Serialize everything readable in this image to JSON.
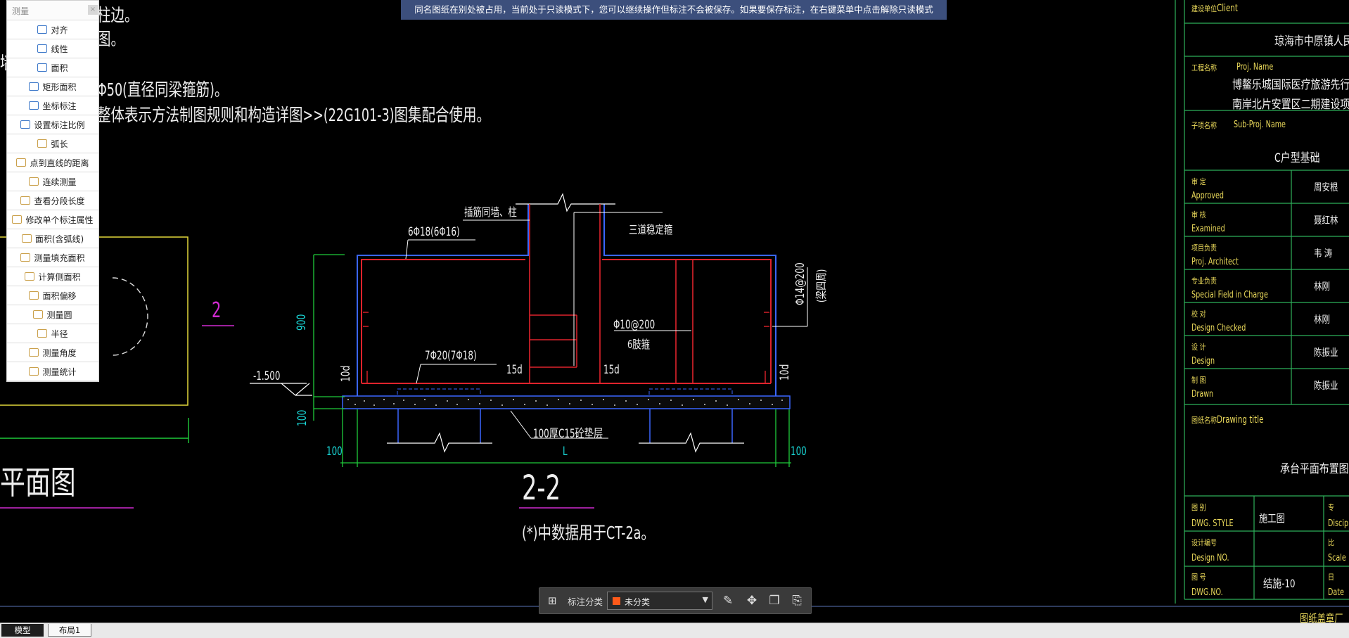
{
  "banner": "同名图纸在别处被占用，当前处于只读模式下，您可以继续操作但标注不会被保存。如果要保存标注，在右键菜单中点击解除只读模式",
  "measure_menu": {
    "title": "测量",
    "items": [
      "对齐",
      "线性",
      "面积",
      "矩形面积",
      "坐标标注",
      "设置标注比例",
      "弧长",
      "点到直线的距离",
      "连续测量",
      "查看分段长度",
      "修改单个标注属性",
      "面积(含弧线)",
      "测量填充面积",
      "计算侧面积",
      "面积偏移",
      "测量圆",
      "半径",
      "测量角度",
      "测量统计"
    ]
  },
  "notes": {
    "line1": "柱边。",
    "line2": "图。",
    "line3": "墙",
    "line4": "Φ50(直径同梁箍筋)。",
    "line5": "整体表示方法制图规则和构造详图>>(22G101-3)图集配合使用。"
  },
  "left_plan": {
    "axis_label": "2",
    "title": "平面图"
  },
  "section": {
    "labels": {
      "insert_wall": "插筋同墙、柱",
      "top_rebar": "6Φ18(6Φ16)",
      "stirrup3": "三道稳定箍",
      "side_rebar": "Φ14@200",
      "side_rebar2": "(梁四周)",
      "mid_rebar": "Φ10@200",
      "mid_rebar2": "6肢箍",
      "bottom_rebar": "7Φ20(7Φ18)",
      "fifteen_d_l": "15d",
      "fifteen_d_r": "15d",
      "ten_d_l": "10d",
      "ten_d_r": "10d",
      "elev": "-1.500",
      "h900": "900",
      "h100": "100",
      "cushion": "100厚C15砼垫层",
      "w100_l": "100",
      "w100_r": "100",
      "L": "L"
    },
    "title": "2-2",
    "footnote": "(*)中数据用于CT-2a。"
  },
  "title_block": {
    "client_cn": "建设单位",
    "client_en": "Client",
    "client_val": "琼海市中原镇人民政",
    "proj_cn": "工程名称",
    "proj_en": "Proj. Name",
    "proj_val1": "博鳌乐城国际医疗旅游先行区",
    "proj_val2": "南岸北片安置区二期建设项目",
    "sub_cn": "子项名称",
    "sub_en": "Sub-Proj. Name",
    "sub_val": "C户型基础",
    "rows": [
      {
        "cn": "审 定",
        "en": "Approved",
        "val": "周安根"
      },
      {
        "cn": "审 核",
        "en": "Examined",
        "val": "聂红林"
      },
      {
        "cn": "项目负责",
        "en": "Proj. Architect",
        "val": "韦 涛"
      },
      {
        "cn": "专业负责",
        "en": "Special Field in Charge",
        "val": "林刚"
      },
      {
        "cn": "校 对",
        "en": "Design Checked",
        "val": "林刚"
      },
      {
        "cn": "设 计",
        "en": "Design",
        "val": "陈振业"
      },
      {
        "cn": "制 图",
        "en": "Drawn",
        "val": "陈振业"
      }
    ],
    "dt_cn": "图纸名称",
    "dt_en": "Drawing title",
    "dt_val": "承台平面布置图(三",
    "style_cn": "图 别",
    "style_en": "DWG. STYLE",
    "style_val": "施工图",
    "disc_cn": "专",
    "disc_en": "Discip",
    "dno_cn": "设计编号",
    "dno_en": "Design NO.",
    "scale_cn": "比",
    "scale_en": "Scale",
    "dwg_cn": "图 号",
    "dwg_en": "DWG.NO.",
    "dwg_val": "结施-10",
    "date_cn": "日",
    "date_en": "Date",
    "stamp": "图纸盖章厂"
  },
  "annotation_bar": {
    "label": "标注分类",
    "selected": "未分类",
    "swatch_color": "#ff5a1a"
  },
  "tabs": {
    "model": "模型",
    "layout1": "布局1"
  }
}
